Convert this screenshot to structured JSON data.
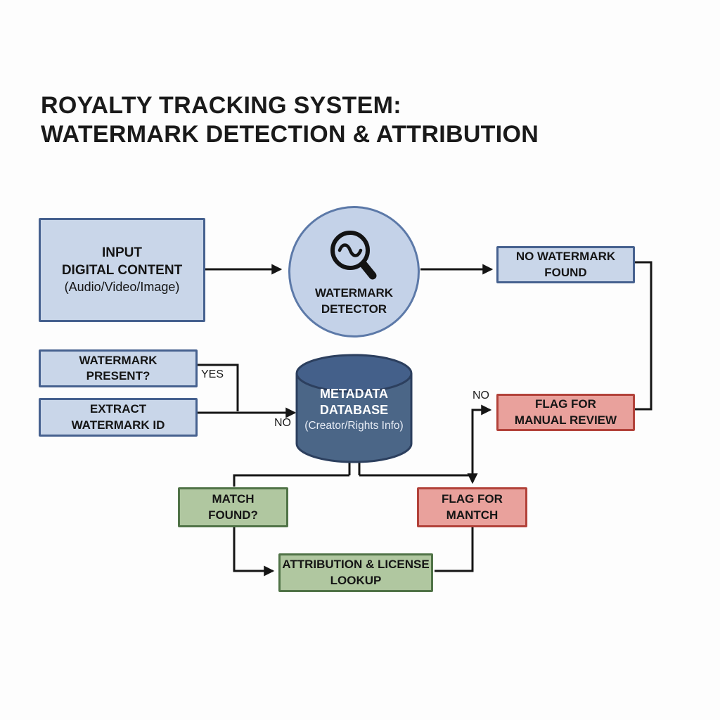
{
  "title": {
    "line1": "ROYALTY TRACKING SYSTEM:",
    "line2": "WATERMARK DETECTION & ATTRIBUTION"
  },
  "nodes": {
    "input": {
      "line1": "INPUT",
      "line2": "DIGITAL CONTENT",
      "line3": "(Audio/Video/Image)"
    },
    "detector": {
      "line1": "WATERMARK",
      "line2": "DETECTOR",
      "icon": "magnifier-wave-icon"
    },
    "no_watermark": {
      "line1": "NO WATERMARK",
      "line2": "FOUND"
    },
    "watermark_present": {
      "line1": "WATERMARK",
      "line2": "PRESENT?"
    },
    "extract_id": {
      "line1": "EXTRACT",
      "line2": "WATERMARK ID"
    },
    "database": {
      "line1": "METADATA",
      "line2": "DATABASE",
      "line3": "(Creator/Rights Info)"
    },
    "flag_manual_review": {
      "line1": "FLAG FOR",
      "line2": "MANUAL REVIEW"
    },
    "match_found": {
      "line1": "MATCH",
      "line2": "FOUND?"
    },
    "flag_mantch": {
      "line1": "FLAG FOR",
      "line2": "MANTCH"
    },
    "attribution": {
      "line1": "ATTRIBUTION & LICENSE",
      "line2": "LOOKUP"
    }
  },
  "edge_labels": {
    "yes": "YES",
    "no_to_database": "NO",
    "no_to_review": "NO"
  },
  "colors": {
    "background": "#fdfdfd",
    "box_blue_fill": "#c9d6e9",
    "box_blue_border": "#46618f",
    "circle_fill": "#c4d2e8",
    "circle_border": "#5c79a8",
    "database_fill": "#4b6687",
    "database_top_fill": "#44608a",
    "database_border": "#2c3f5e",
    "box_green_fill": "#b0c7a0",
    "box_green_border": "#507347",
    "box_red_fill": "#e9a19c",
    "box_red_border": "#b2423a",
    "connector_line": "#151515",
    "text_dark": "#151515",
    "database_text": "#ffffff"
  }
}
